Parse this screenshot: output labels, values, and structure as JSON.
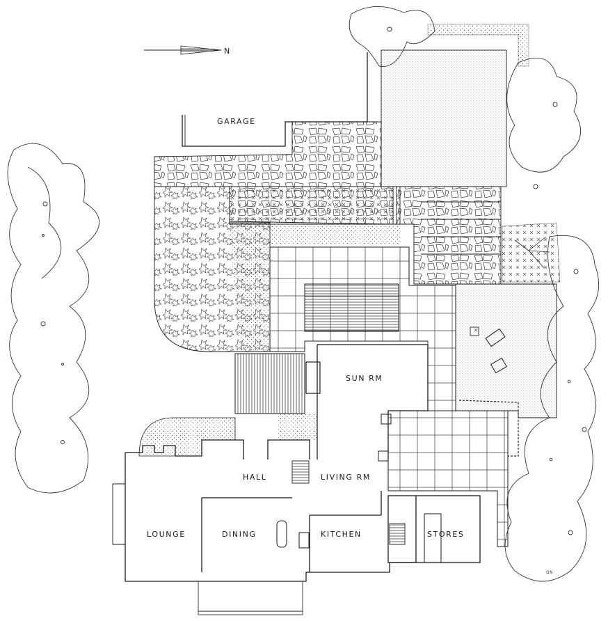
{
  "north_label": "N",
  "rooms": {
    "garage": "GARAGE",
    "sun_room": "SUN RM",
    "hall": "HALL",
    "living_room": "LIVING RM",
    "lounge": "LOUNGE",
    "dining": "DINING",
    "kitchen": "KITCHEN",
    "stores": "STORES"
  },
  "signature": "GN"
}
